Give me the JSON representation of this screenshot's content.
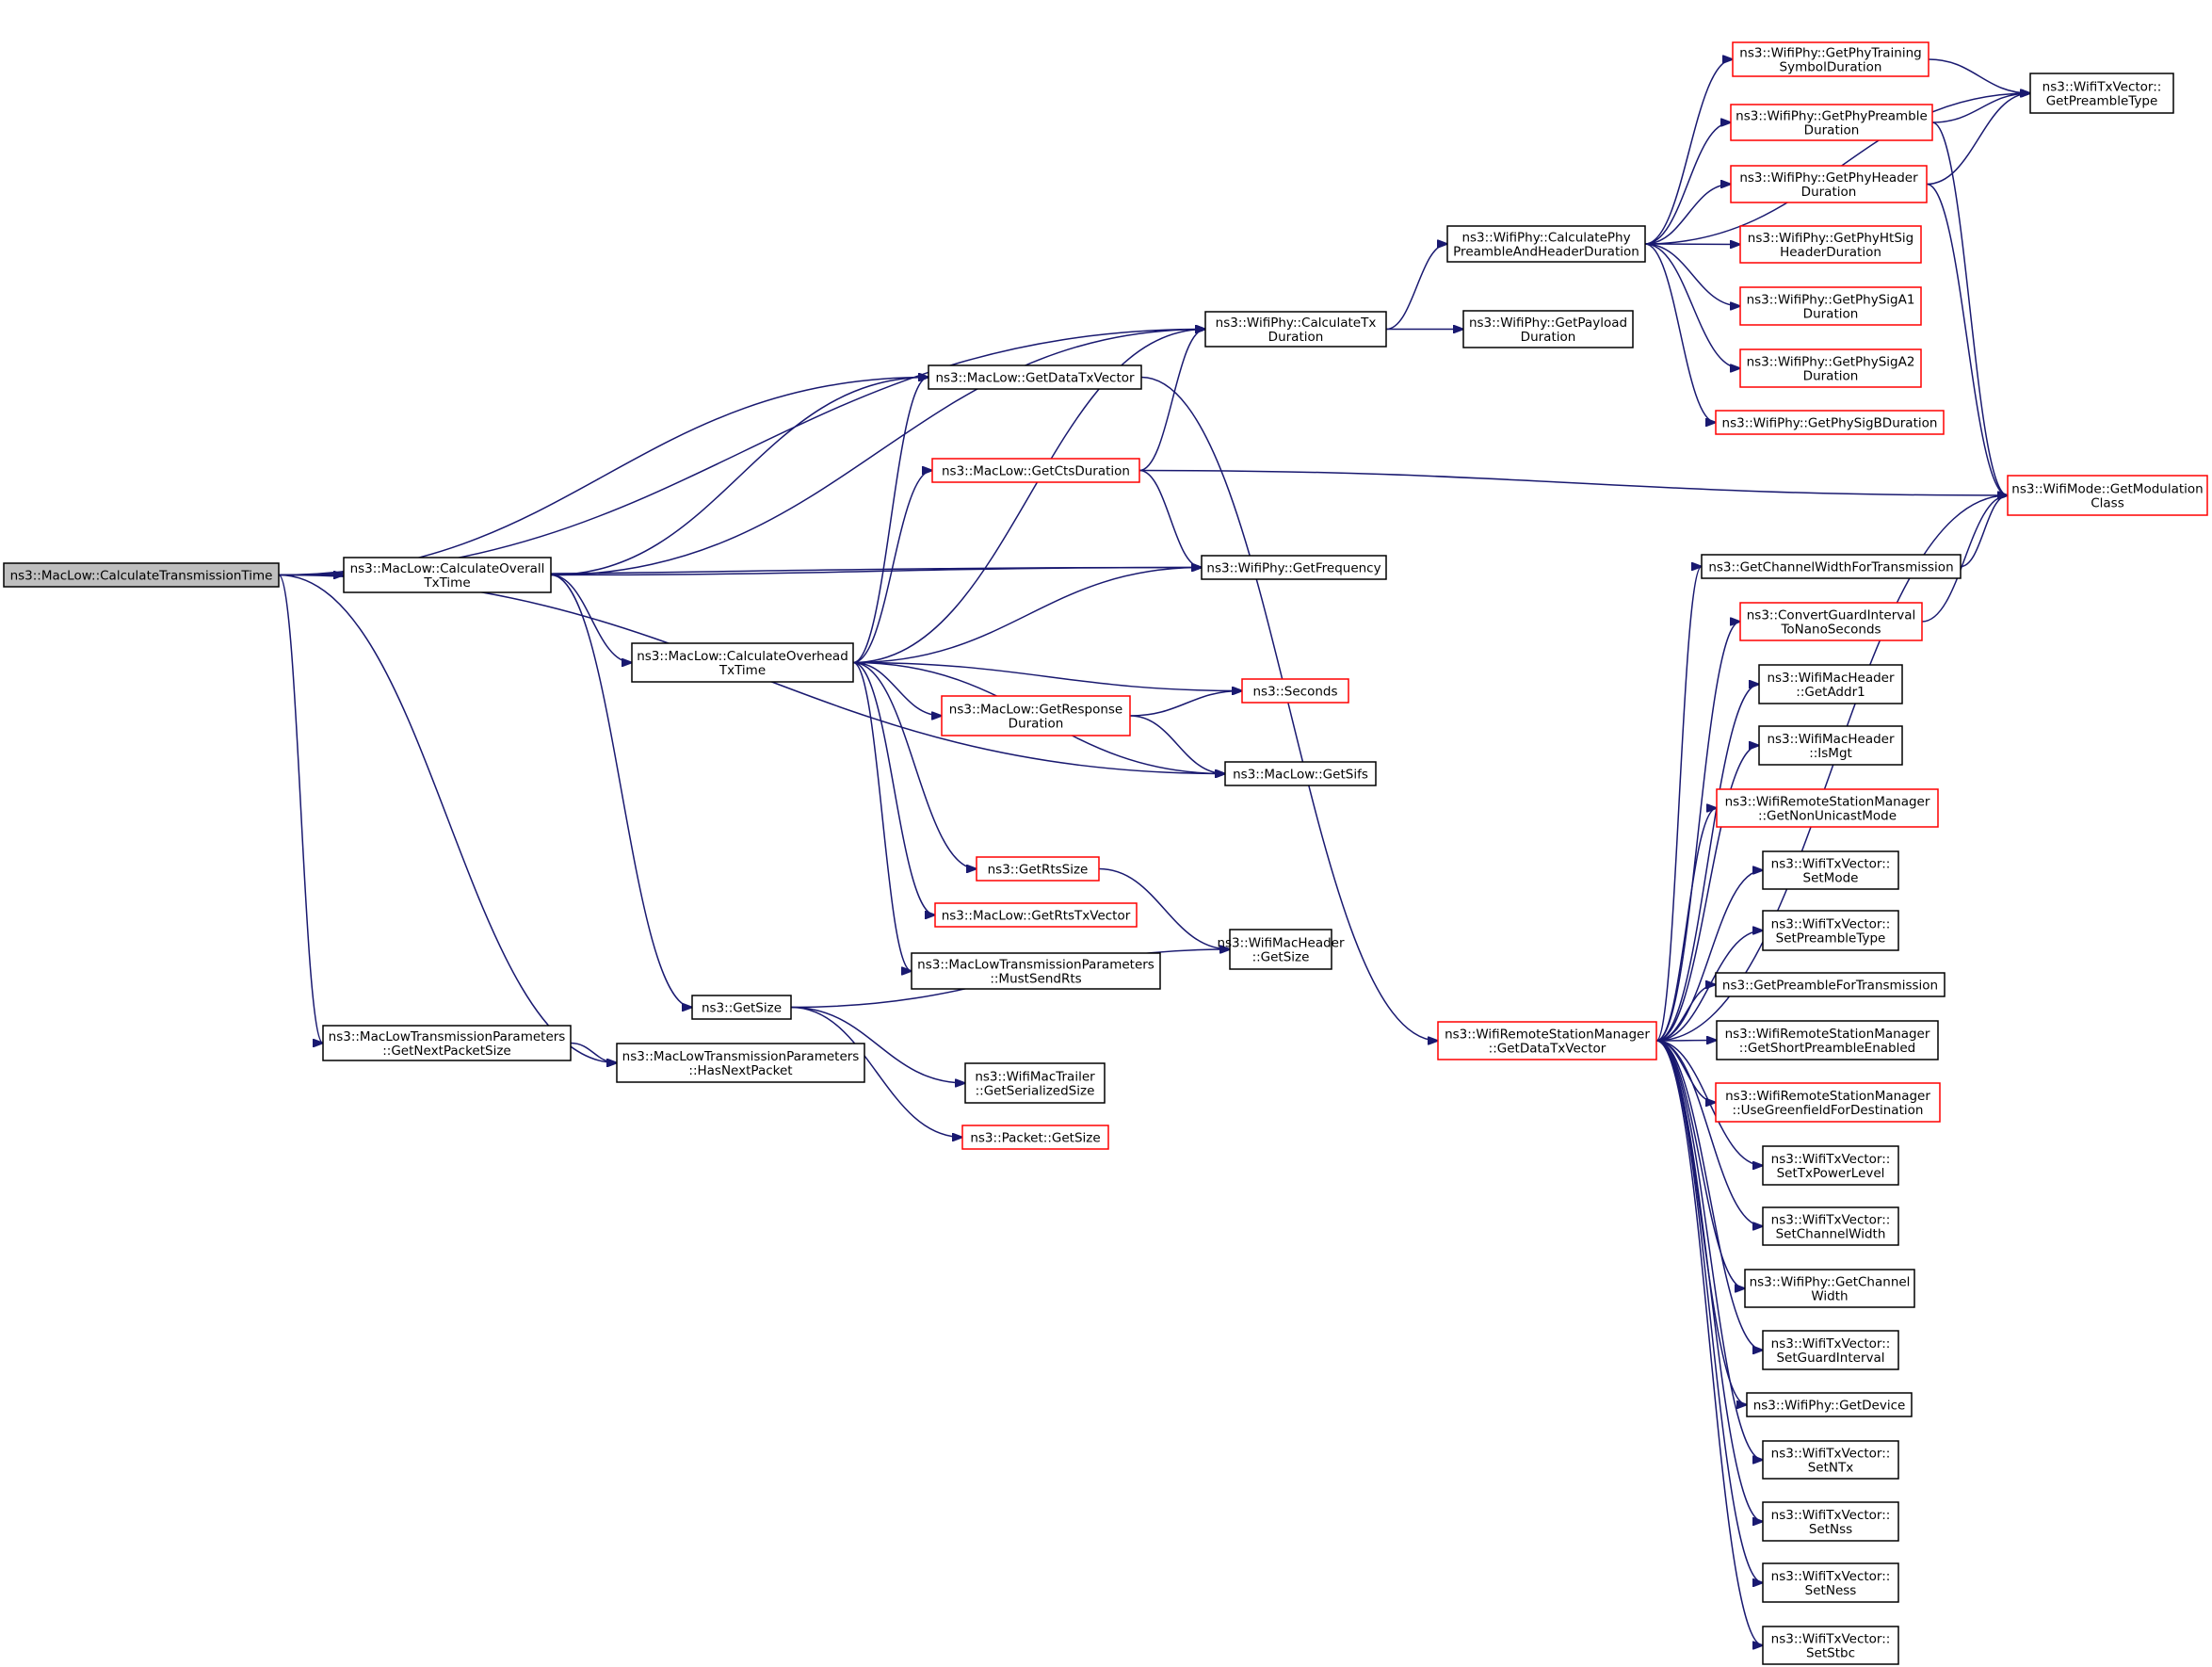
{
  "colors": {
    "edge": "#191970",
    "node_border_normal": "#000000",
    "node_border_truncated": "#ff0000",
    "node_fill_normal": "#ffffff",
    "node_fill_root": "#bfbfbf",
    "text": "#000000"
  },
  "nodes": [
    {
      "id": "root",
      "lines": [
        "ns3::MacLow::CalculateTransmissionTime"
      ],
      "style": "root"
    },
    {
      "id": "calcOverall",
      "lines": [
        "ns3::MacLow::CalculateOverall",
        "TxTime"
      ],
      "style": "normal"
    },
    {
      "id": "getNextPacketSize",
      "lines": [
        "ns3::MacLowTransmissionParameters",
        "::GetNextPacketSize"
      ],
      "style": "normal"
    },
    {
      "id": "hasNextPacket",
      "lines": [
        "ns3::MacLowTransmissionParameters",
        "::HasNextPacket"
      ],
      "style": "normal"
    },
    {
      "id": "calcOverhead",
      "lines": [
        "ns3::MacLow::CalculateOverhead",
        "TxTime"
      ],
      "style": "normal"
    },
    {
      "id": "getSize",
      "lines": [
        "ns3::GetSize"
      ],
      "style": "normal"
    },
    {
      "id": "getDataTxVector",
      "lines": [
        "ns3::MacLow::GetDataTxVector"
      ],
      "style": "normal"
    },
    {
      "id": "getCtsDuration",
      "lines": [
        "ns3::MacLow::GetCtsDuration"
      ],
      "style": "truncated"
    },
    {
      "id": "getResponseDuration",
      "lines": [
        "ns3::MacLow::GetResponse",
        "Duration"
      ],
      "style": "truncated"
    },
    {
      "id": "getRtsSize",
      "lines": [
        "ns3::GetRtsSize"
      ],
      "style": "truncated"
    },
    {
      "id": "getRtsTxVector",
      "lines": [
        "ns3::MacLow::GetRtsTxVector"
      ],
      "style": "truncated"
    },
    {
      "id": "mustSendRts",
      "lines": [
        "ns3::MacLowTransmissionParameters",
        "::MustSendRts"
      ],
      "style": "normal"
    },
    {
      "id": "trailerSerialized",
      "lines": [
        "ns3::WifiMacTrailer",
        "::GetSerializedSize"
      ],
      "style": "normal"
    },
    {
      "id": "packetGetSize",
      "lines": [
        "ns3::Packet::GetSize"
      ],
      "style": "truncated"
    },
    {
      "id": "calcTxDuration",
      "lines": [
        "ns3::WifiPhy::CalculateTx",
        "Duration"
      ],
      "style": "normal"
    },
    {
      "id": "getFrequency",
      "lines": [
        "ns3::WifiPhy::GetFrequency"
      ],
      "style": "normal"
    },
    {
      "id": "seconds",
      "lines": [
        "ns3::Seconds"
      ],
      "style": "truncated"
    },
    {
      "id": "getSifs",
      "lines": [
        "ns3::MacLow::GetSifs"
      ],
      "style": "normal"
    },
    {
      "id": "macHeaderGetSize",
      "lines": [
        "ns3::WifiMacHeader",
        "::GetSize"
      ],
      "style": "normal"
    },
    {
      "id": "calcPhyPreamble",
      "lines": [
        "ns3::WifiPhy::CalculatePhy",
        "PreambleAndHeaderDuration"
      ],
      "style": "normal"
    },
    {
      "id": "getPayloadDuration",
      "lines": [
        "ns3::WifiPhy::GetPayload",
        "Duration"
      ],
      "style": "normal"
    },
    {
      "id": "rsmGetDataTxVector",
      "lines": [
        "ns3::WifiRemoteStationManager",
        "::GetDataTxVector"
      ],
      "style": "truncated"
    },
    {
      "id": "getPhyTraining",
      "lines": [
        "ns3::WifiPhy::GetPhyTraining",
        "SymbolDuration"
      ],
      "style": "truncated"
    },
    {
      "id": "getPhyPreambleDuration",
      "lines": [
        "ns3::WifiPhy::GetPhyPreamble",
        "Duration"
      ],
      "style": "truncated"
    },
    {
      "id": "getPhyHeaderDuration",
      "lines": [
        "ns3::WifiPhy::GetPhyHeader",
        "Duration"
      ],
      "style": "truncated"
    },
    {
      "id": "getPhyHtSig",
      "lines": [
        "ns3::WifiPhy::GetPhyHtSig",
        "HeaderDuration"
      ],
      "style": "truncated"
    },
    {
      "id": "getPhySigA1",
      "lines": [
        "ns3::WifiPhy::GetPhySigA1",
        "Duration"
      ],
      "style": "truncated"
    },
    {
      "id": "getPhySigA2",
      "lines": [
        "ns3::WifiPhy::GetPhySigA2",
        "Duration"
      ],
      "style": "truncated"
    },
    {
      "id": "getPhySigB",
      "lines": [
        "ns3::WifiPhy::GetPhySigBDuration"
      ],
      "style": "truncated"
    },
    {
      "id": "getPreambleType",
      "lines": [
        "ns3::WifiTxVector::",
        "GetPreambleType"
      ],
      "style": "normal"
    },
    {
      "id": "getModulationClass",
      "lines": [
        "ns3::WifiMode::GetModulation",
        "Class"
      ],
      "style": "truncated"
    },
    {
      "id": "getChannelWidthForTx",
      "lines": [
        "ns3::GetChannelWidthForTransmission"
      ],
      "style": "normal"
    },
    {
      "id": "convertGuardInterval",
      "lines": [
        "ns3::ConvertGuardInterval",
        "ToNanoSeconds"
      ],
      "style": "truncated"
    },
    {
      "id": "getAddr1",
      "lines": [
        "ns3::WifiMacHeader",
        "::GetAddr1"
      ],
      "style": "normal"
    },
    {
      "id": "isMgt",
      "lines": [
        "ns3::WifiMacHeader",
        "::IsMgt"
      ],
      "style": "normal"
    },
    {
      "id": "getNonUnicastMode",
      "lines": [
        "ns3::WifiRemoteStationManager",
        "::GetNonUnicastMode"
      ],
      "style": "truncated"
    },
    {
      "id": "setMode",
      "lines": [
        "ns3::WifiTxVector::",
        "SetMode"
      ],
      "style": "normal"
    },
    {
      "id": "setPreambleType",
      "lines": [
        "ns3::WifiTxVector::",
        "SetPreambleType"
      ],
      "style": "normal"
    },
    {
      "id": "getPreambleForTx",
      "lines": [
        "ns3::GetPreambleForTransmission"
      ],
      "style": "normal"
    },
    {
      "id": "getShortPreambleEnabled",
      "lines": [
        "ns3::WifiRemoteStationManager",
        "::GetShortPreambleEnabled"
      ],
      "style": "normal"
    },
    {
      "id": "useGreenfield",
      "lines": [
        "ns3::WifiRemoteStationManager",
        "::UseGreenfieldForDestination"
      ],
      "style": "truncated"
    },
    {
      "id": "setTxPowerLevel",
      "lines": [
        "ns3::WifiTxVector::",
        "SetTxPowerLevel"
      ],
      "style": "normal"
    },
    {
      "id": "setChannelWidth",
      "lines": [
        "ns3::WifiTxVector::",
        "SetChannelWidth"
      ],
      "style": "normal"
    },
    {
      "id": "phyGetChannelWidth",
      "lines": [
        "ns3::WifiPhy::GetChannel",
        "Width"
      ],
      "style": "normal"
    },
    {
      "id": "setGuardInterval",
      "lines": [
        "ns3::WifiTxVector::",
        "SetGuardInterval"
      ],
      "style": "normal"
    },
    {
      "id": "getDevice",
      "lines": [
        "ns3::WifiPhy::GetDevice"
      ],
      "style": "normal"
    },
    {
      "id": "setNTx",
      "lines": [
        "ns3::WifiTxVector::",
        "SetNTx"
      ],
      "style": "normal"
    },
    {
      "id": "setNss",
      "lines": [
        "ns3::WifiTxVector::",
        "SetNss"
      ],
      "style": "normal"
    },
    {
      "id": "setNess",
      "lines": [
        "ns3::WifiTxVector::",
        "SetNess"
      ],
      "style": "normal"
    },
    {
      "id": "setStbc",
      "lines": [
        "ns3::WifiTxVector::",
        "SetStbc"
      ],
      "style": "normal"
    }
  ],
  "edges": [
    [
      "root",
      "calcOverall"
    ],
    [
      "root",
      "calcTxDuration"
    ],
    [
      "root",
      "getDataTxVector"
    ],
    [
      "root",
      "getFrequency"
    ],
    [
      "root",
      "getSifs"
    ],
    [
      "root",
      "getNextPacketSize"
    ],
    [
      "root",
      "hasNextPacket"
    ],
    [
      "calcOverall",
      "calcTxDuration"
    ],
    [
      "calcOverall",
      "getDataTxVector"
    ],
    [
      "calcOverall",
      "getFrequency"
    ],
    [
      "calcOverall",
      "calcOverhead"
    ],
    [
      "calcOverall",
      "getSize"
    ],
    [
      "getNextPacketSize",
      "hasNextPacket"
    ],
    [
      "calcOverhead",
      "getDataTxVector"
    ],
    [
      "calcOverhead",
      "calcTxDuration"
    ],
    [
      "calcOverhead",
      "getCtsDuration"
    ],
    [
      "calcOverhead",
      "getFrequency"
    ],
    [
      "calcOverhead",
      "seconds"
    ],
    [
      "calcOverhead",
      "getResponseDuration"
    ],
    [
      "calcOverhead",
      "getSifs"
    ],
    [
      "calcOverhead",
      "getRtsSize"
    ],
    [
      "calcOverhead",
      "getRtsTxVector"
    ],
    [
      "calcOverhead",
      "mustSendRts"
    ],
    [
      "getSize",
      "macHeaderGetSize"
    ],
    [
      "getSize",
      "trailerSerialized"
    ],
    [
      "getSize",
      "packetGetSize"
    ],
    [
      "getDataTxVector",
      "rsmGetDataTxVector"
    ],
    [
      "getCtsDuration",
      "calcTxDuration"
    ],
    [
      "getCtsDuration",
      "getFrequency"
    ],
    [
      "getCtsDuration",
      "getModulationClass"
    ],
    [
      "getResponseDuration",
      "seconds"
    ],
    [
      "getResponseDuration",
      "getSifs"
    ],
    [
      "getRtsSize",
      "macHeaderGetSize"
    ],
    [
      "calcTxDuration",
      "calcPhyPreamble"
    ],
    [
      "calcTxDuration",
      "getPayloadDuration"
    ],
    [
      "calcPhyPreamble",
      "getPreambleType"
    ],
    [
      "calcPhyPreamble",
      "getPhyTraining"
    ],
    [
      "calcPhyPreamble",
      "getPhyPreambleDuration"
    ],
    [
      "calcPhyPreamble",
      "getPhyHeaderDuration"
    ],
    [
      "calcPhyPreamble",
      "getPhyHtSig"
    ],
    [
      "calcPhyPreamble",
      "getPhySigA1"
    ],
    [
      "calcPhyPreamble",
      "getPhySigA2"
    ],
    [
      "calcPhyPreamble",
      "getPhySigB"
    ],
    [
      "getPhyTraining",
      "getPreambleType"
    ],
    [
      "getPhyPreambleDuration",
      "getPreambleType"
    ],
    [
      "getPhyPreambleDuration",
      "getModulationClass"
    ],
    [
      "getPhyHeaderDuration",
      "getPreambleType"
    ],
    [
      "getPhyHeaderDuration",
      "getModulationClass"
    ],
    [
      "getChannelWidthForTx",
      "getModulationClass"
    ],
    [
      "convertGuardInterval",
      "getModulationClass"
    ],
    [
      "rsmGetDataTxVector",
      "getModulationClass"
    ],
    [
      "rsmGetDataTxVector",
      "getChannelWidthForTx"
    ],
    [
      "rsmGetDataTxVector",
      "convertGuardInterval"
    ],
    [
      "rsmGetDataTxVector",
      "getAddr1"
    ],
    [
      "rsmGetDataTxVector",
      "isMgt"
    ],
    [
      "rsmGetDataTxVector",
      "getNonUnicastMode"
    ],
    [
      "rsmGetDataTxVector",
      "setMode"
    ],
    [
      "rsmGetDataTxVector",
      "setPreambleType"
    ],
    [
      "rsmGetDataTxVector",
      "getPreambleForTx"
    ],
    [
      "rsmGetDataTxVector",
      "getShortPreambleEnabled"
    ],
    [
      "rsmGetDataTxVector",
      "useGreenfield"
    ],
    [
      "rsmGetDataTxVector",
      "setTxPowerLevel"
    ],
    [
      "rsmGetDataTxVector",
      "setChannelWidth"
    ],
    [
      "rsmGetDataTxVector",
      "phyGetChannelWidth"
    ],
    [
      "rsmGetDataTxVector",
      "setGuardInterval"
    ],
    [
      "rsmGetDataTxVector",
      "getDevice"
    ],
    [
      "rsmGetDataTxVector",
      "setNTx"
    ],
    [
      "rsmGetDataTxVector",
      "setNss"
    ],
    [
      "rsmGetDataTxVector",
      "setNess"
    ],
    [
      "rsmGetDataTxVector",
      "setStbc"
    ]
  ]
}
